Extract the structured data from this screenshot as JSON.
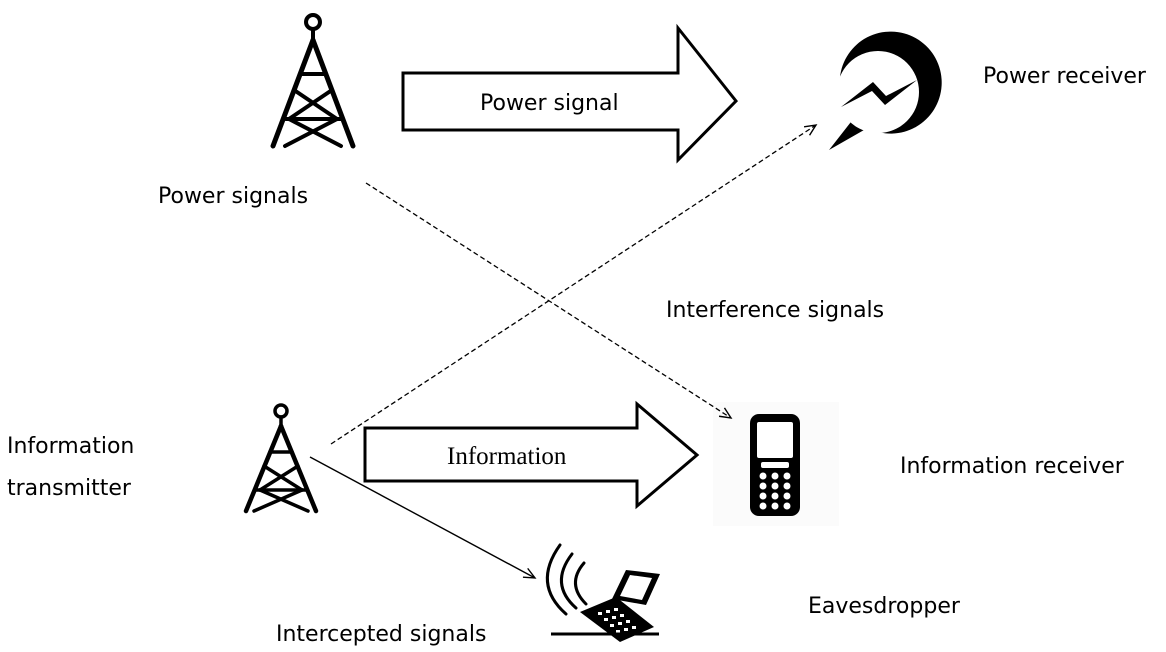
{
  "labels": {
    "power_signals": "Power signals",
    "power_signal": "Power signal",
    "power_receiver": "Power receiver",
    "interference_signals": "Interference signals",
    "information_transmitter_line1": "Information",
    "information_transmitter_line2": "transmitter",
    "information": "Information",
    "information_receiver": "Information receiver",
    "eavesdropper": "Eavesdropper",
    "intercepted_signals": "Intercepted signals"
  },
  "icons": {
    "power_tower": "transmission-tower-icon",
    "info_tower": "transmission-tower-icon",
    "power_receiver": "messenger-bubble-icon",
    "info_receiver": "mobile-phone-icon",
    "eavesdropper": "flip-phone-icon"
  },
  "colors": {
    "stroke": "#000000",
    "background": "#ffffff"
  }
}
